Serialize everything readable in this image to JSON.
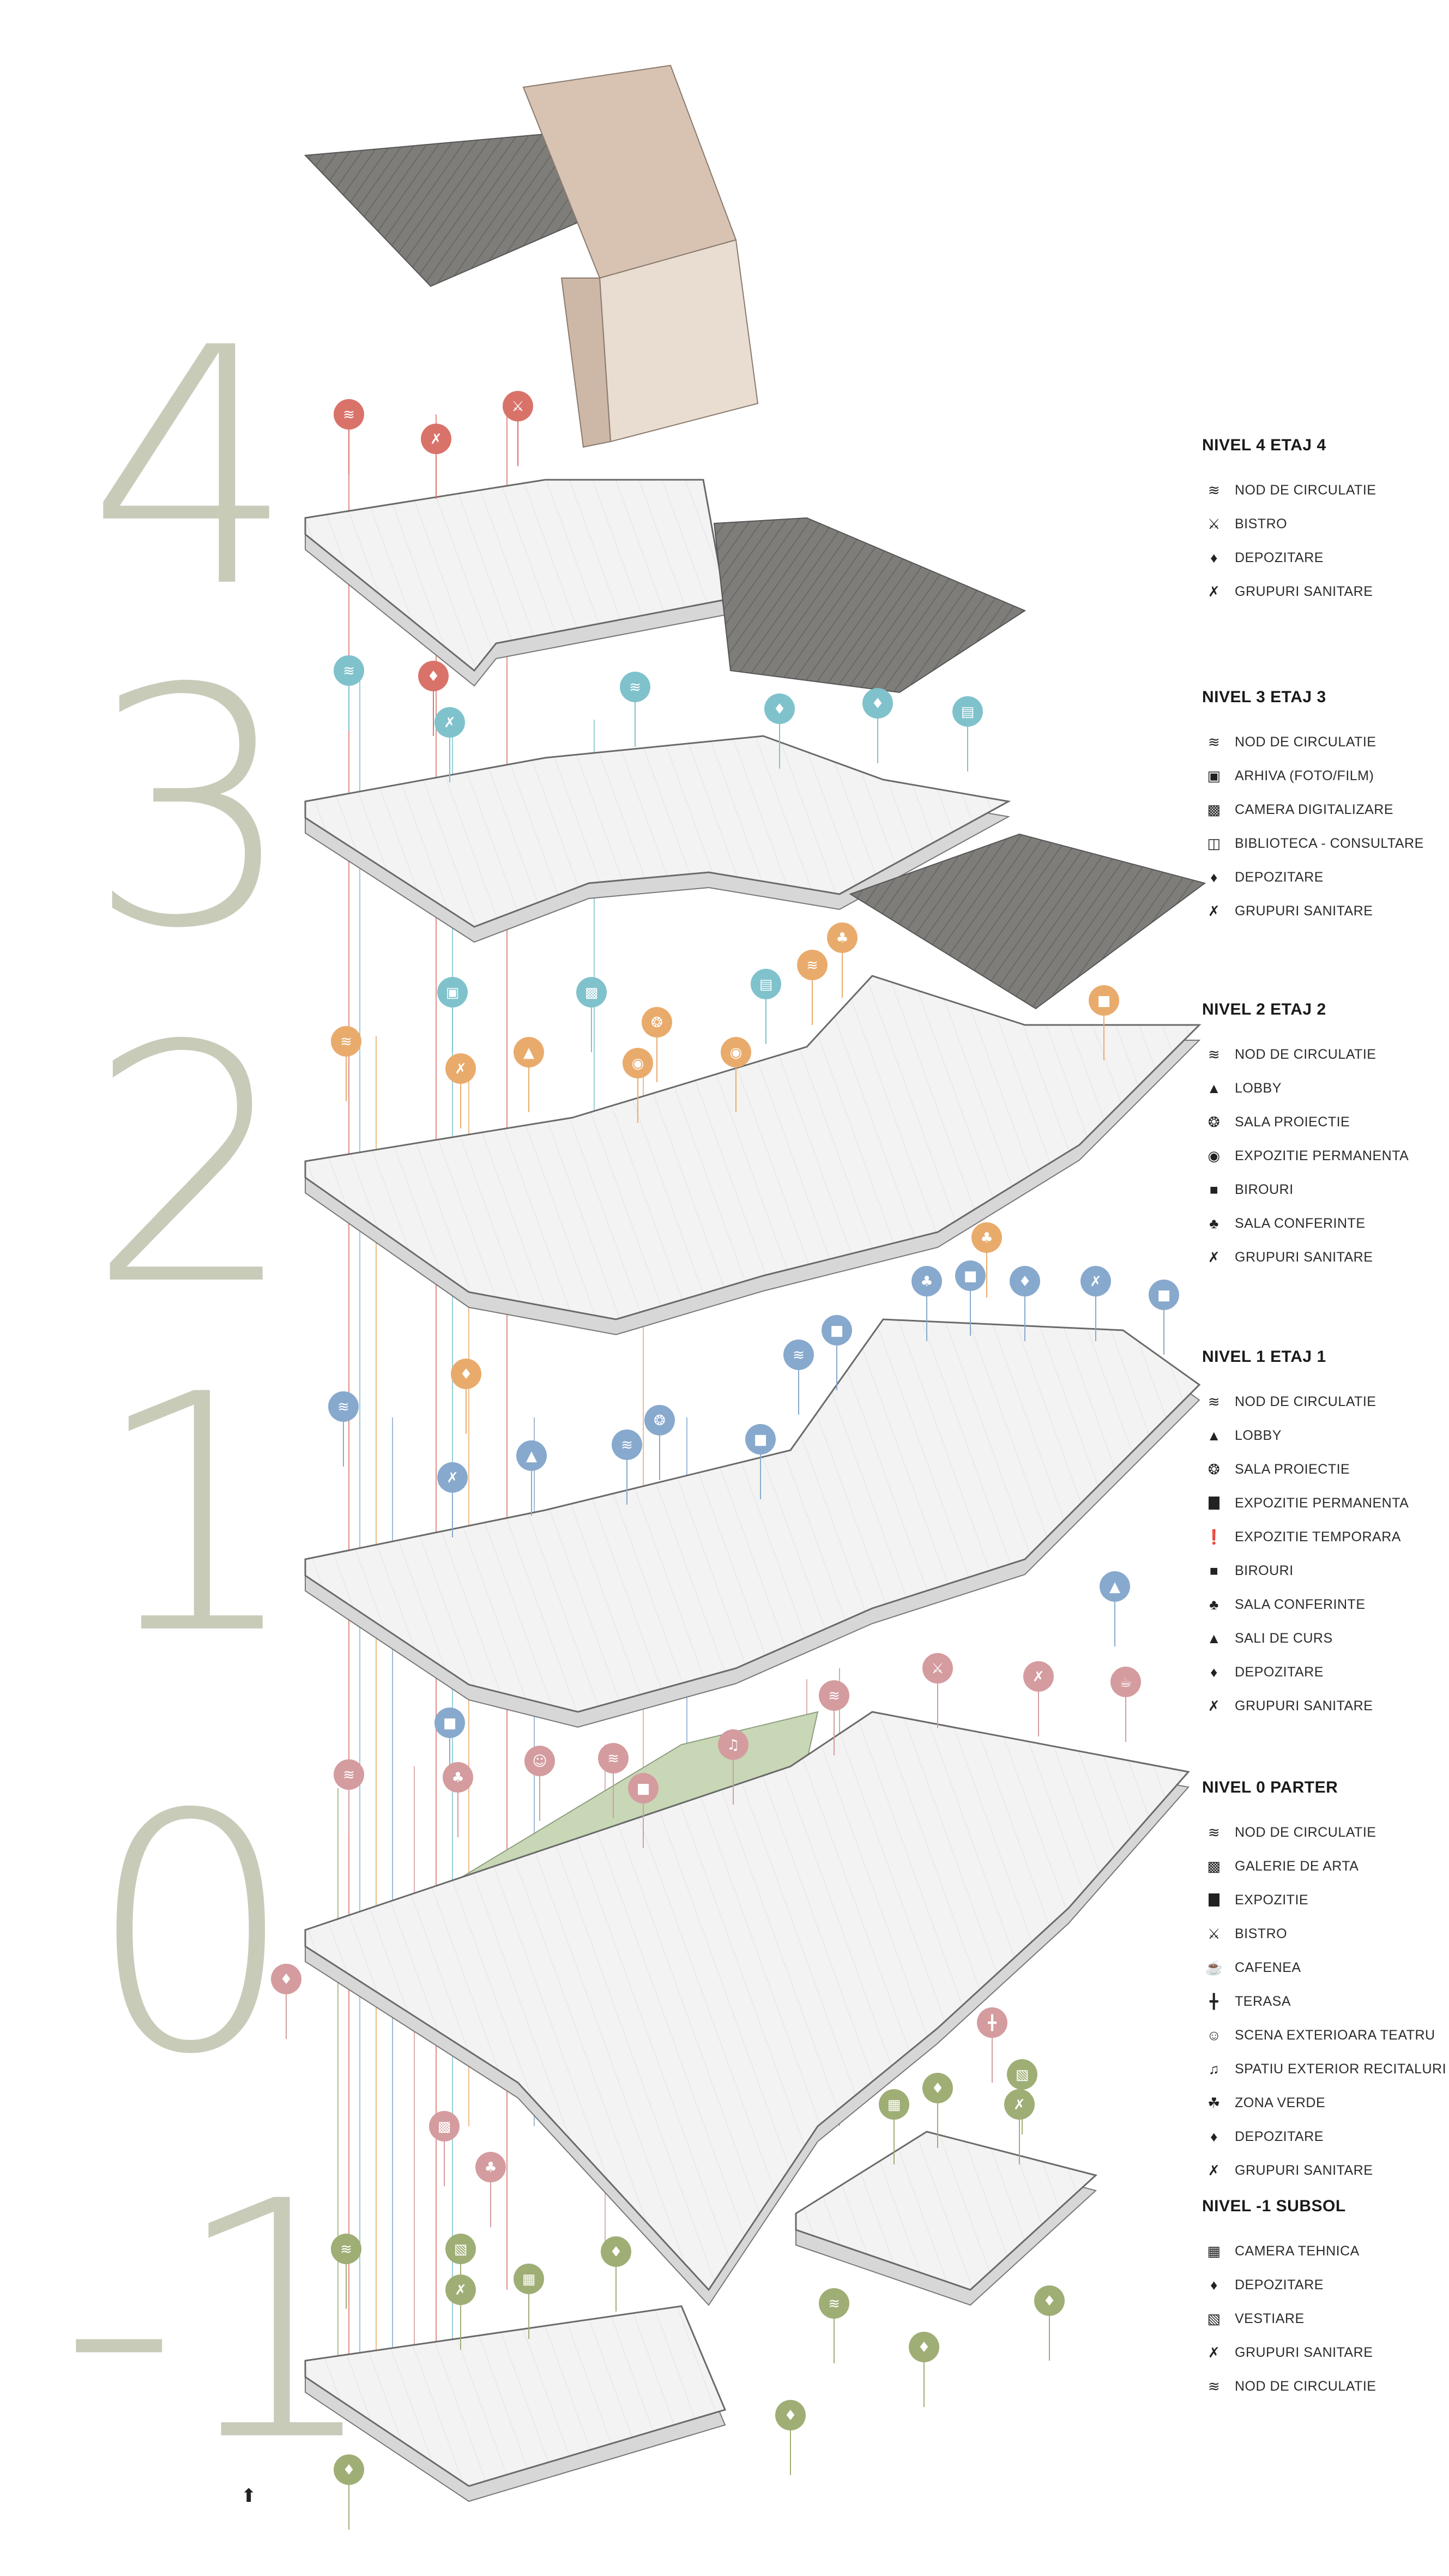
{
  "level_numbers": [
    "4",
    "3",
    "2",
    "1",
    "0",
    "-1"
  ],
  "colors": {
    "level4": "#d9736a",
    "level3": "#7fc2cc",
    "level2": "#e9ab6c",
    "level1": "#87a9cd",
    "level0": "#d49c9f",
    "level_minus1": "#9fae75",
    "green_zone": "#c8d7b5",
    "roof": "#7f7d79",
    "number": "#c9cbb9"
  },
  "legends": [
    {
      "title": "NIVEL 4 ETAJ 4",
      "items": [
        {
          "label": "NOD DE CIRCULATIE",
          "icon": "stairs-icon"
        },
        {
          "label": "BISTRO",
          "icon": "bistro-icon"
        },
        {
          "label": "DEPOZITARE",
          "icon": "storage-icon"
        },
        {
          "label": "GRUPURI SANITARE",
          "icon": "restroom-icon"
        }
      ]
    },
    {
      "title": "NIVEL 3 ETAJ 3",
      "items": [
        {
          "label": "NOD DE CIRCULATIE",
          "icon": "stairs-icon"
        },
        {
          "label": "ARHIVA (FOTO/FILM)",
          "icon": "archive-icon"
        },
        {
          "label": "CAMERA DIGITALIZARE",
          "icon": "digitization-icon"
        },
        {
          "label": "BIBLIOTECA - CONSULTARE",
          "icon": "book-icon"
        },
        {
          "label": "DEPOZITARE",
          "icon": "storage-icon"
        },
        {
          "label": "GRUPURI SANITARE",
          "icon": "restroom-icon"
        }
      ]
    },
    {
      "title": "NIVEL 2 ETAJ 2",
      "items": [
        {
          "label": "NOD DE CIRCULATIE",
          "icon": "stairs-icon"
        },
        {
          "label": "LOBBY",
          "icon": "lobby-icon"
        },
        {
          "label": "SALA PROIECTIE",
          "icon": "film-reel-icon"
        },
        {
          "label": "EXPOZITIE PERMANENTA",
          "icon": "camera-icon"
        },
        {
          "label": "BIROURI",
          "icon": "office-icon"
        },
        {
          "label": "SALA CONFERINTE",
          "icon": "conference-icon"
        },
        {
          "label": "GRUPURI SANITARE",
          "icon": "restroom-icon"
        }
      ]
    },
    {
      "title": "NIVEL 1 ETAJ 1",
      "items": [
        {
          "label": "NOD DE CIRCULATIE",
          "icon": "stairs-icon"
        },
        {
          "label": "LOBBY",
          "icon": "lobby-icon"
        },
        {
          "label": "SALA PROIECTIE",
          "icon": "film-reel-icon"
        },
        {
          "label": "EXPOZITIE PERMANENTA",
          "icon": "panel-icon"
        },
        {
          "label": "EXPOZITIE TEMPORARA",
          "icon": "exclamation-panel-icon"
        },
        {
          "label": "BIROURI",
          "icon": "office-icon"
        },
        {
          "label": "SALA CONFERINTE",
          "icon": "conference-icon"
        },
        {
          "label": "SALI DE CURS",
          "icon": "graduation-cap-icon"
        },
        {
          "label": "DEPOZITARE",
          "icon": "storage-icon"
        },
        {
          "label": "GRUPURI SANITARE",
          "icon": "restroom-icon"
        }
      ]
    },
    {
      "title": "NIVEL 0  PARTER",
      "items": [
        {
          "label": "NOD DE CIRCULATIE",
          "icon": "stairs-icon"
        },
        {
          "label": "GALERIE DE ARTA",
          "icon": "gallery-icon"
        },
        {
          "label": "EXPOZITIE",
          "icon": "panel-icon"
        },
        {
          "label": "BISTRO",
          "icon": "bistro-icon"
        },
        {
          "label": "CAFENEA",
          "icon": "coffee-icon"
        },
        {
          "label": "TERASA",
          "icon": "terrace-icon"
        },
        {
          "label": "SCENA EXTERIOARA TEATRU",
          "icon": "theatre-masks-icon"
        },
        {
          "label": "SPATIU EXTERIOR RECITALURI",
          "icon": "music-note-icon"
        },
        {
          "label": "ZONA VERDE",
          "icon": "tree-icon"
        },
        {
          "label": "DEPOZITARE",
          "icon": "storage-icon"
        },
        {
          "label": "GRUPURI SANITARE",
          "icon": "restroom-icon"
        }
      ]
    },
    {
      "title": "NIVEL -1 SUBSOL",
      "items": [
        {
          "label": "CAMERA TEHNICA",
          "icon": "server-icon"
        },
        {
          "label": "DEPOZITARE",
          "icon": "storage-icon"
        },
        {
          "label": "VESTIARE",
          "icon": "lockers-icon"
        },
        {
          "label": "GRUPURI SANITARE",
          "icon": "restroom-icon"
        },
        {
          "label": "NOD DE CIRCULATIE",
          "icon": "stairs-icon"
        }
      ]
    }
  ],
  "north_arrow": "north-arrow-icon"
}
